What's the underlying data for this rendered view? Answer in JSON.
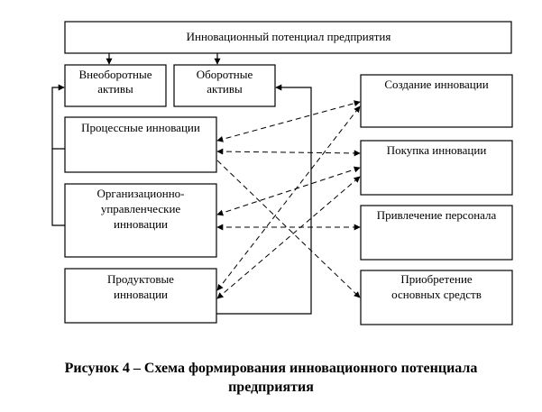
{
  "diagram": {
    "title": "Инновационный потенциал предприятия",
    "left": {
      "non_current_assets": [
        "Внеоборотные",
        "активы"
      ],
      "current_assets": [
        "Оборотные",
        "активы"
      ],
      "process_innovations": [
        "Процессные инновации"
      ],
      "org_innovations": [
        "Организационно-",
        "управленческие",
        "инновации"
      ],
      "product_innovations": [
        "Продуктовые",
        "инновации"
      ]
    },
    "right": {
      "innovation_creation": [
        "Создание инновации"
      ],
      "innovation_purchase": [
        "Покупка инновации"
      ],
      "staff_attraction": [
        "Привлечение персонала"
      ],
      "fixed_assets_acquisition": [
        "Приобретение",
        "основных средств"
      ]
    }
  },
  "caption": {
    "line1": "Рисунок  4 – Схема формирования инновационного потенциала",
    "line2": "предприятия"
  }
}
